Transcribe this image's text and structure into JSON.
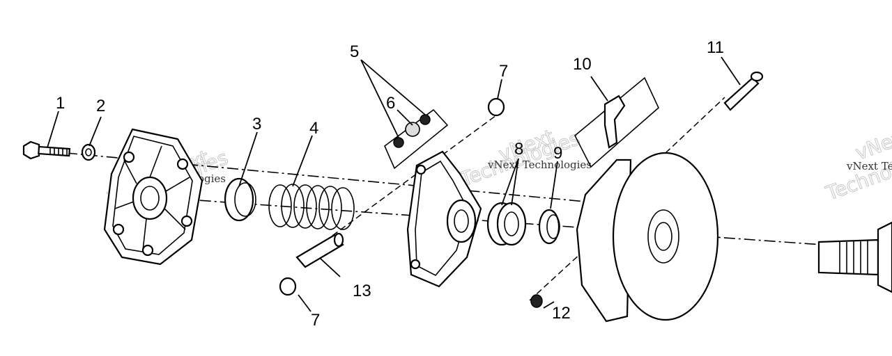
{
  "diagram": {
    "callouts": [
      "1",
      "2",
      "3",
      "4",
      "5",
      "6",
      "7",
      "8",
      "9",
      "10",
      "11",
      "12",
      "13"
    ],
    "callout_7_second": "7",
    "watermark": {
      "line1": "vNext",
      "line2": "Technologies",
      "small": "vNext Technologies"
    }
  }
}
